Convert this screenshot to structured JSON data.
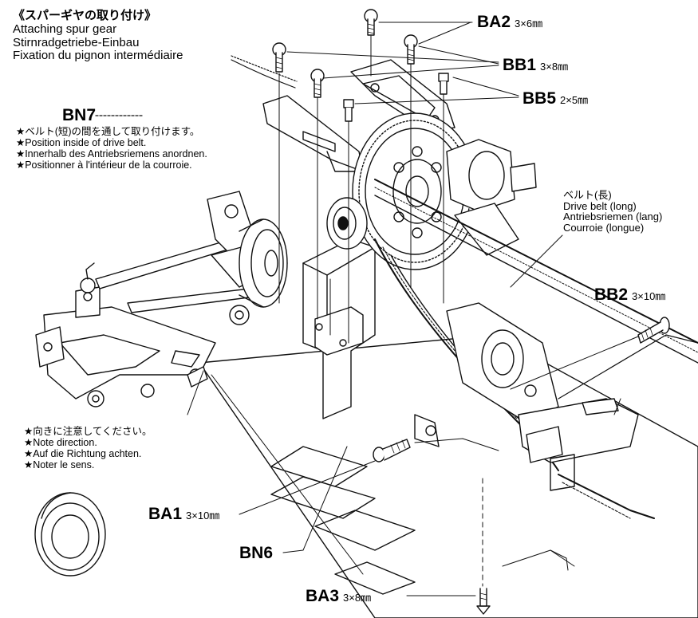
{
  "title": {
    "jp": "《スパーギヤの取り付け》",
    "en": "Attaching spur gear",
    "de": "Stirnradgetriebe-Einbau",
    "fr": "Fixation du pignon intermédiaire"
  },
  "parts": {
    "ba2": {
      "code": "BA2",
      "size": "3×6㎜"
    },
    "bb1": {
      "code": "BB1",
      "size": "3×8㎜"
    },
    "bb5": {
      "code": "BB5",
      "size": "2×5㎜"
    },
    "bn7": {
      "code": "BN7"
    },
    "bb2": {
      "code": "BB2",
      "size": "3×10㎜"
    },
    "ba1": {
      "code": "BA1",
      "size": "3×10㎜"
    },
    "bn6": {
      "code": "BN6"
    },
    "ba3": {
      "code": "BA3",
      "size": "3×8㎜"
    }
  },
  "belt_note": {
    "jp": "★ベルト(短)の間を通して取り付けます。",
    "en": "★Position inside of drive belt.",
    "de": "★Innerhalb des Antriebsriemens anordnen.",
    "fr": "★Positionner à l'intérieur de la courroie."
  },
  "belt_long": {
    "jp": "ベルト(長)",
    "en": "Drive belt (long)",
    "de": "Antriebsriemen (lang)",
    "fr": "Courroie (longue)"
  },
  "direction_note": {
    "jp": "★向きに注意してください。",
    "en": "★Note direction.",
    "de": "★Auf die Richtung achten.",
    "fr": "★Noter le sens."
  }
}
